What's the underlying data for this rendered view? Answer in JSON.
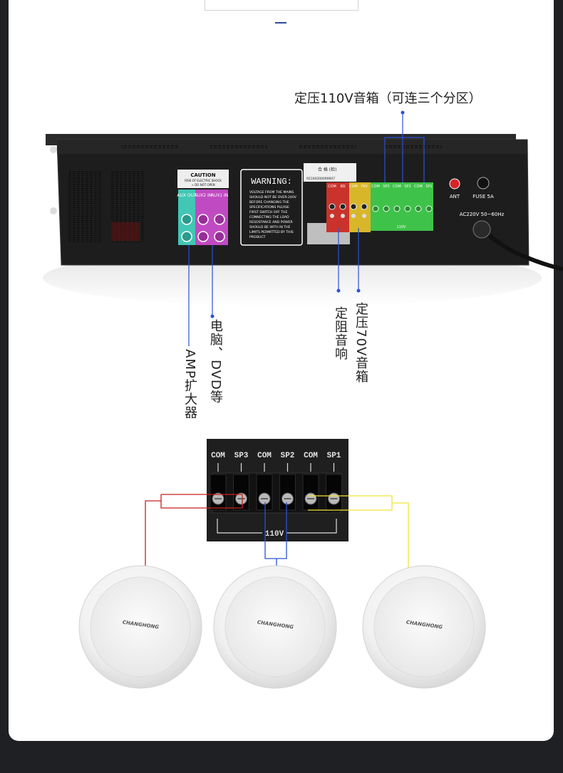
{
  "annotations": {
    "top": "定压110V音箱（可连三个分区）",
    "computer": "电脑、DVD等",
    "amp": "AMP扩大器",
    "fixed_impedance": "定阻音响",
    "fixed_70v": "定压70V音箱"
  },
  "panel": {
    "caution_title": "CAUTION",
    "caution_line1": "RISK OF ELECTRIC SHOCK",
    "caution_line2": "⚠ DO NOT OPEN",
    "aux_out": "AUX OUT",
    "aux2_in": "AUX2 IN",
    "aux1_in": "AUX1 IN",
    "warning_title": "WARNING:",
    "warning_lines": [
      "VOLTAGE FROM THE MAINS",
      "SHOULD NOT BE OVER-240V",
      "BEFORE CHANGING THE",
      "SPECIFICATIONS PLEASE",
      "FIRST SWITCH OFF THE",
      "CONNECTING THE LOAD",
      "RESOSTANCE AND POWER",
      "SHOULD BE WITH IN THE",
      "LIMITS PERMITTED BY THIS",
      "PRODUCT"
    ],
    "qc_label": "合 格 (检)",
    "qc_code": "92100200090607",
    "red_terms": [
      "COM",
      "8Ω"
    ],
    "yellow_terms": [
      "COM",
      "70V"
    ],
    "green_terms": [
      "COM",
      "SP3",
      "COM",
      "SP2",
      "COM",
      "SP1"
    ],
    "green_bottom": "110V",
    "ant": "ANT",
    "fuse": "FUSE 5A",
    "power": "AC220V 50~60Hz"
  },
  "terminal": {
    "labels": [
      "COM",
      "SP3",
      "COM",
      "SP2",
      "COM",
      "SP1"
    ],
    "voltage": "110V"
  },
  "speaker_brand": "CHANGHONG",
  "colors": {
    "red_wire": "#c8201f",
    "blue_wire": "#2a50d8",
    "yellow_wire": "#f2e43a",
    "green_block": "#3fc24a",
    "teal_block": "#41c7b4",
    "purple_block": "#c04ac2"
  }
}
